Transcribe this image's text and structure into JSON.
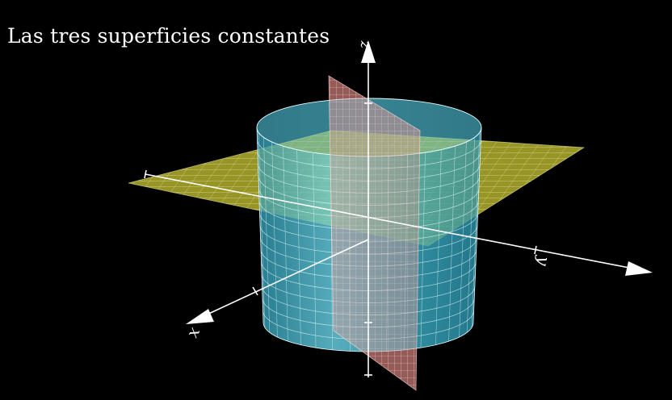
{
  "title": "Las tres superficies constantes",
  "axes": {
    "x": "x",
    "y": "y",
    "z": "z"
  },
  "surfaces": [
    {
      "kind": "cylinder",
      "fill": "#4fb8cc",
      "grid": "#e6fbff"
    },
    {
      "kind": "horizontal-plane",
      "fill": "#d8d23a",
      "grid": "#fffde0"
    },
    {
      "kind": "vertical-half-plane",
      "fill": "#d98a86",
      "grid": "#ffe6e4"
    }
  ],
  "background": "#000000"
}
